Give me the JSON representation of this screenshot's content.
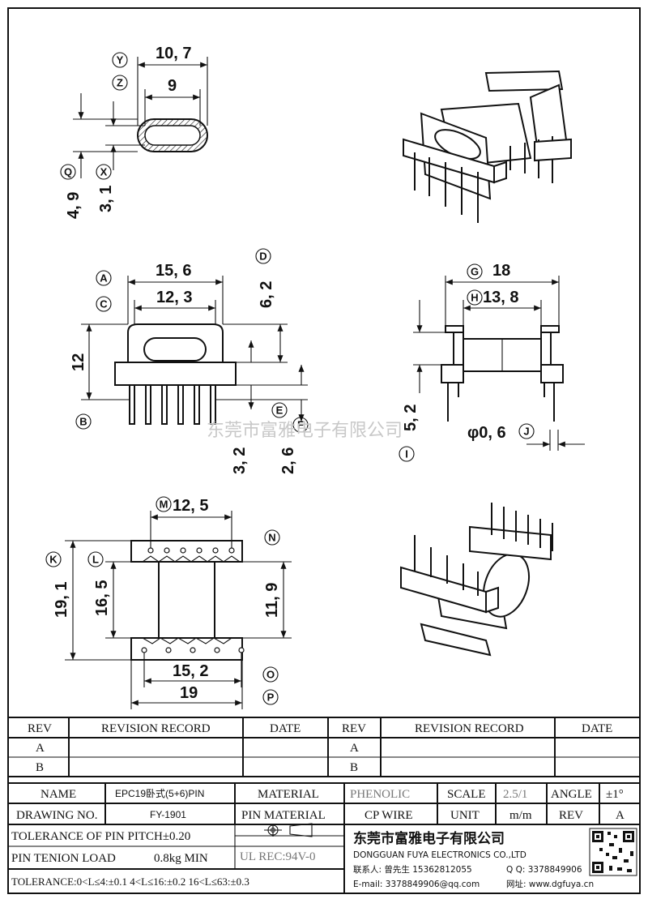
{
  "dimensions": {
    "top_outer_width": "10, 7",
    "top_inner_width": "9",
    "top_height_q": "4, 9",
    "top_height_x": "3, 1",
    "front_outer_width": "15, 6",
    "front_inner_width": "12, 3",
    "front_height": "12",
    "front_d": "6, 2",
    "front_pin_a": "3, 2",
    "front_pin_b": "2, 6",
    "side_width": "18",
    "side_inner": "13, 8",
    "side_height": "5, 2",
    "pin_dia": "φ0, 6",
    "bottom_m": "12, 5",
    "bottom_k": "19, 1",
    "bottom_l": "16, 5",
    "bottom_n": "11, 9",
    "bottom_o": "15, 2",
    "bottom_p": "19"
  },
  "callouts": {
    "Y": "Y",
    "Z": "Z",
    "Q": "Q",
    "X": "X",
    "A": "A",
    "C": "C",
    "B": "B",
    "D": "D",
    "E": "E",
    "F": "F",
    "G": "G",
    "H": "H",
    "I": "I",
    "J": "J",
    "M": "M",
    "K": "K",
    "L": "L",
    "N": "N",
    "O": "O",
    "P": "P"
  },
  "watermark": "东莞市富雅电子有限公司",
  "revision": {
    "rev_header": "REV",
    "record_header": "REVISION RECORD",
    "date_header": "DATE",
    "row_a": "A",
    "row_b": "B"
  },
  "title_block": {
    "name_label": "NAME",
    "name_value": "EPC19卧式(5+6)PIN",
    "material_label": "MATERIAL",
    "material_value": "PHENOLIC",
    "scale_label": "SCALE",
    "scale_value": "2.5/1",
    "angle_label": "ANGLE",
    "angle_value": "±1°",
    "drawing_label": "DRAWING NO.",
    "drawing_value": "FY-1901",
    "pin_material_label": "PIN MATERIAL",
    "pin_material_value": "CP WIRE",
    "unit_label": "UNIT",
    "unit_value": "m/m",
    "rev_label": "REV",
    "rev_value": "A",
    "tolerance_pitch": "TOLERANCE OF PIN PITCH±0.20",
    "pin_tension": "PIN TENION LOAD",
    "pin_tension_value": "0.8kg MIN",
    "ul_rec": "UL REC:94V-0",
    "tolerance": "TOLERANCE:0<L≤4:±0.1  4<L≤16:±0.2  16<L≤63:±0.3"
  },
  "company": {
    "name_cn": "东莞市富雅电子有限公司",
    "name_en": "DONGGUAN FUYA ELECTRONICS CO.,LTD",
    "contact": "联系人: 曾先生 15362812055",
    "qq": "Q Q: 3378849906",
    "email": "E-mail: 3378849906@qq.com",
    "website": "网址: www.dgfuya.cn"
  }
}
